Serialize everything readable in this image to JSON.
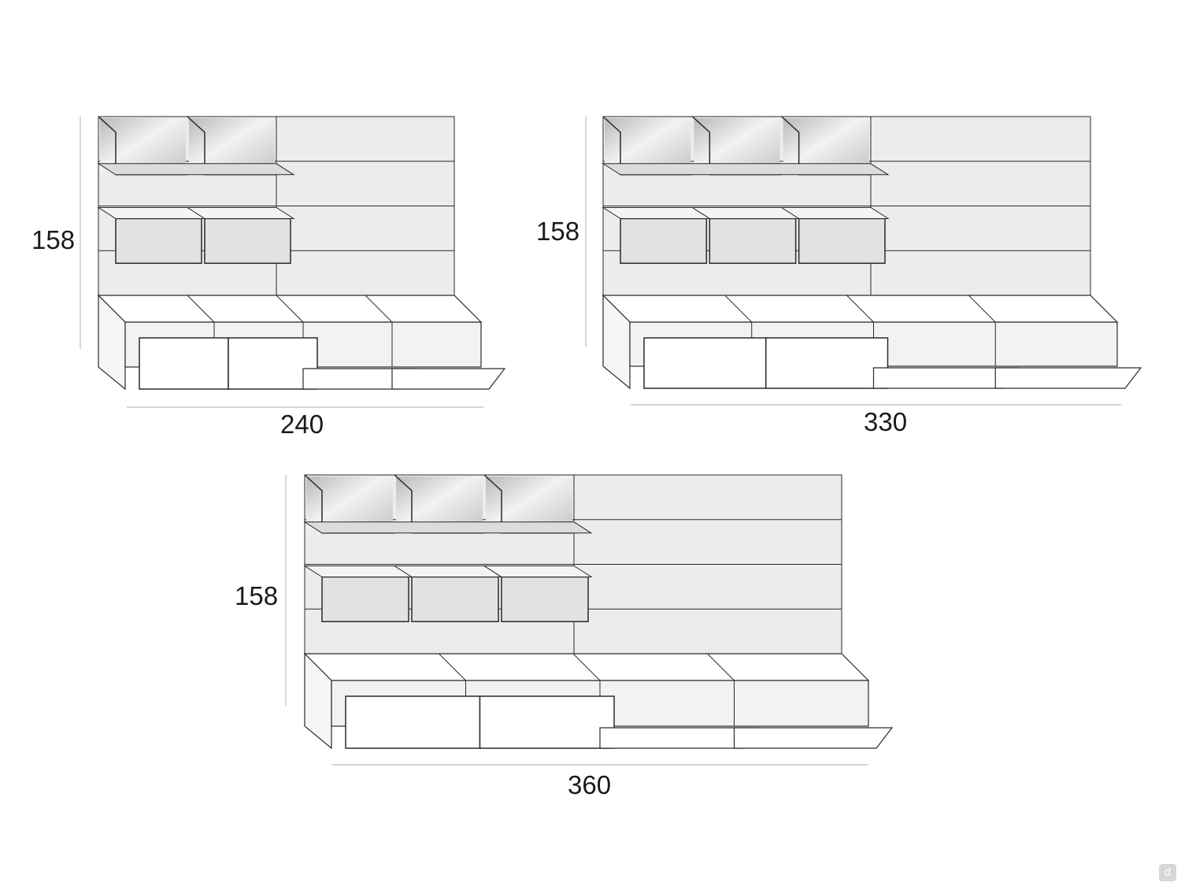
{
  "diagrams": [
    {
      "id": "config-240",
      "height_label": "158",
      "width_label": "240"
    },
    {
      "id": "config-330",
      "height_label": "158",
      "width_label": "330"
    },
    {
      "id": "config-360",
      "height_label": "158",
      "width_label": "360"
    }
  ],
  "watermark": {
    "icon": "d-logo-icon",
    "text": "d"
  },
  "colors": {
    "panel": "#ececec",
    "line": "#2a2a2a",
    "dim_line": "#bdbdbd",
    "glass": "#dcdcdc",
    "white": "#ffffff"
  }
}
